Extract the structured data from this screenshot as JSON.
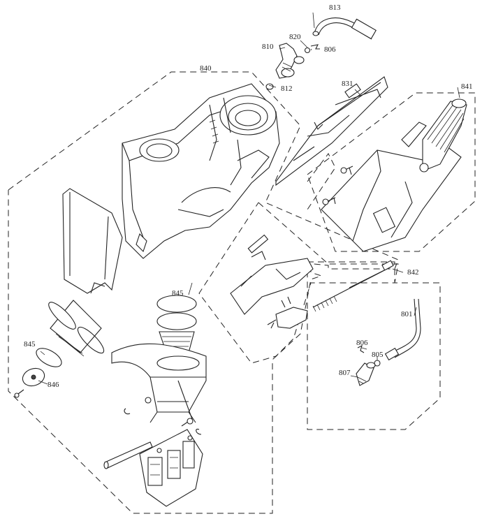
{
  "labels": {
    "l813": "813",
    "l820": "820",
    "l810": "810",
    "l806a": "806",
    "l840": "840",
    "l812": "812",
    "l831": "831",
    "l841": "841",
    "l842": "842",
    "l845a": "845",
    "l801": "801",
    "l806b": "806",
    "l805": "805",
    "l807": "807",
    "l845b": "845",
    "l846": "846"
  }
}
